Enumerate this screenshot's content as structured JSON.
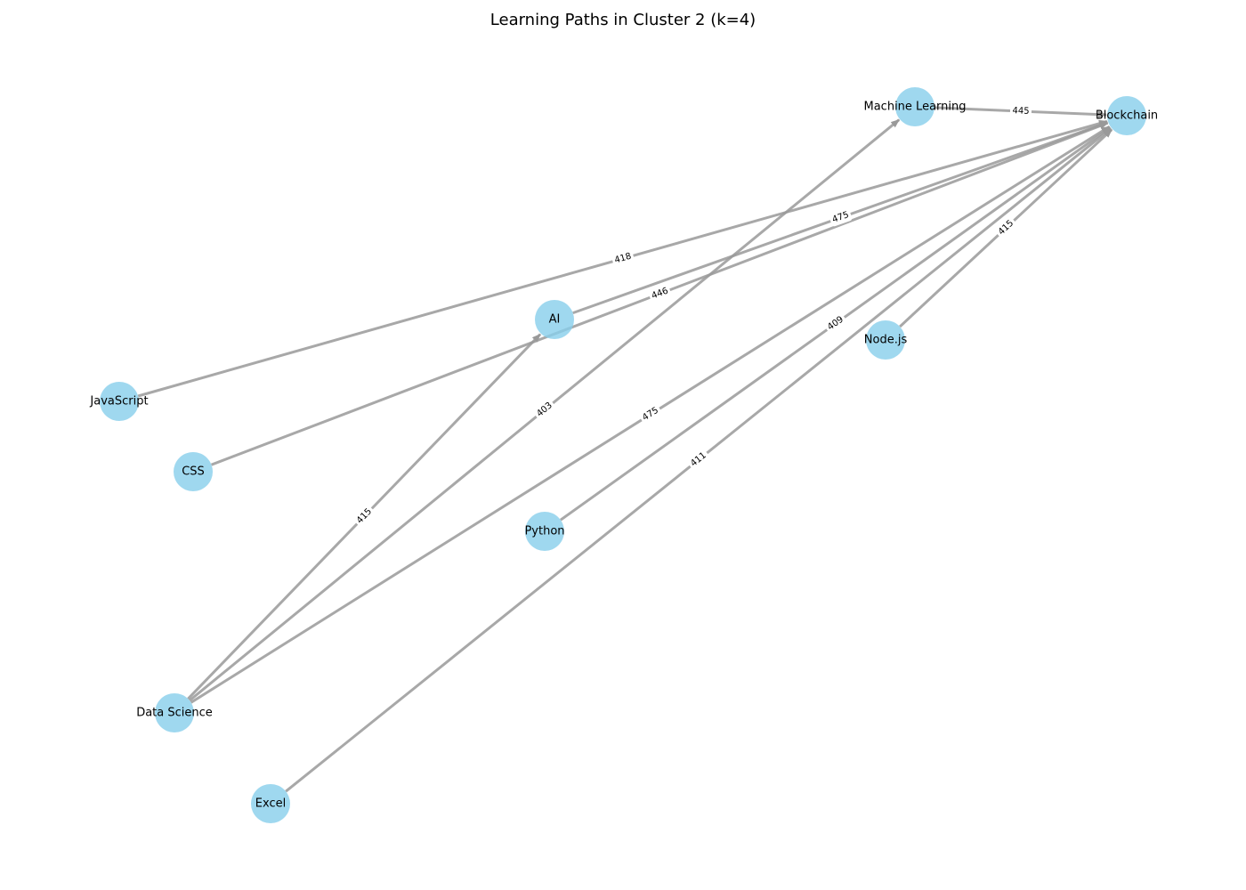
{
  "title": "Learning Paths in Cluster 2 (k=4)",
  "colors": {
    "node_fill": "#87ceeb",
    "edge": "#999999",
    "label_bg": "#ffffff"
  },
  "nodes": [
    {
      "id": "ml",
      "label": "Machine Learning"
    },
    {
      "id": "blockchain",
      "label": "Blockchain"
    },
    {
      "id": "ai",
      "label": "AI"
    },
    {
      "id": "nodejs",
      "label": "Node.js"
    },
    {
      "id": "javascript",
      "label": "JavaScript"
    },
    {
      "id": "css",
      "label": "CSS"
    },
    {
      "id": "python",
      "label": "Python"
    },
    {
      "id": "datascience",
      "label": "Data Science"
    },
    {
      "id": "excel",
      "label": "Excel"
    }
  ],
  "edges": [
    {
      "source": "ml",
      "target": "blockchain",
      "weight": "445"
    },
    {
      "source": "javascript",
      "target": "blockchain",
      "weight": "418"
    },
    {
      "source": "ai",
      "target": "blockchain",
      "weight": "475"
    },
    {
      "source": "css",
      "target": "blockchain",
      "weight": "446"
    },
    {
      "source": "nodejs",
      "target": "blockchain",
      "weight": "415"
    },
    {
      "source": "python",
      "target": "blockchain",
      "weight": "409"
    },
    {
      "source": "excel",
      "target": "blockchain",
      "weight": "411"
    },
    {
      "source": "datascience",
      "target": "blockchain",
      "weight": "475"
    },
    {
      "source": "datascience",
      "target": "ml",
      "weight": "403"
    },
    {
      "source": "datascience",
      "target": "ai",
      "weight": "415"
    }
  ]
}
